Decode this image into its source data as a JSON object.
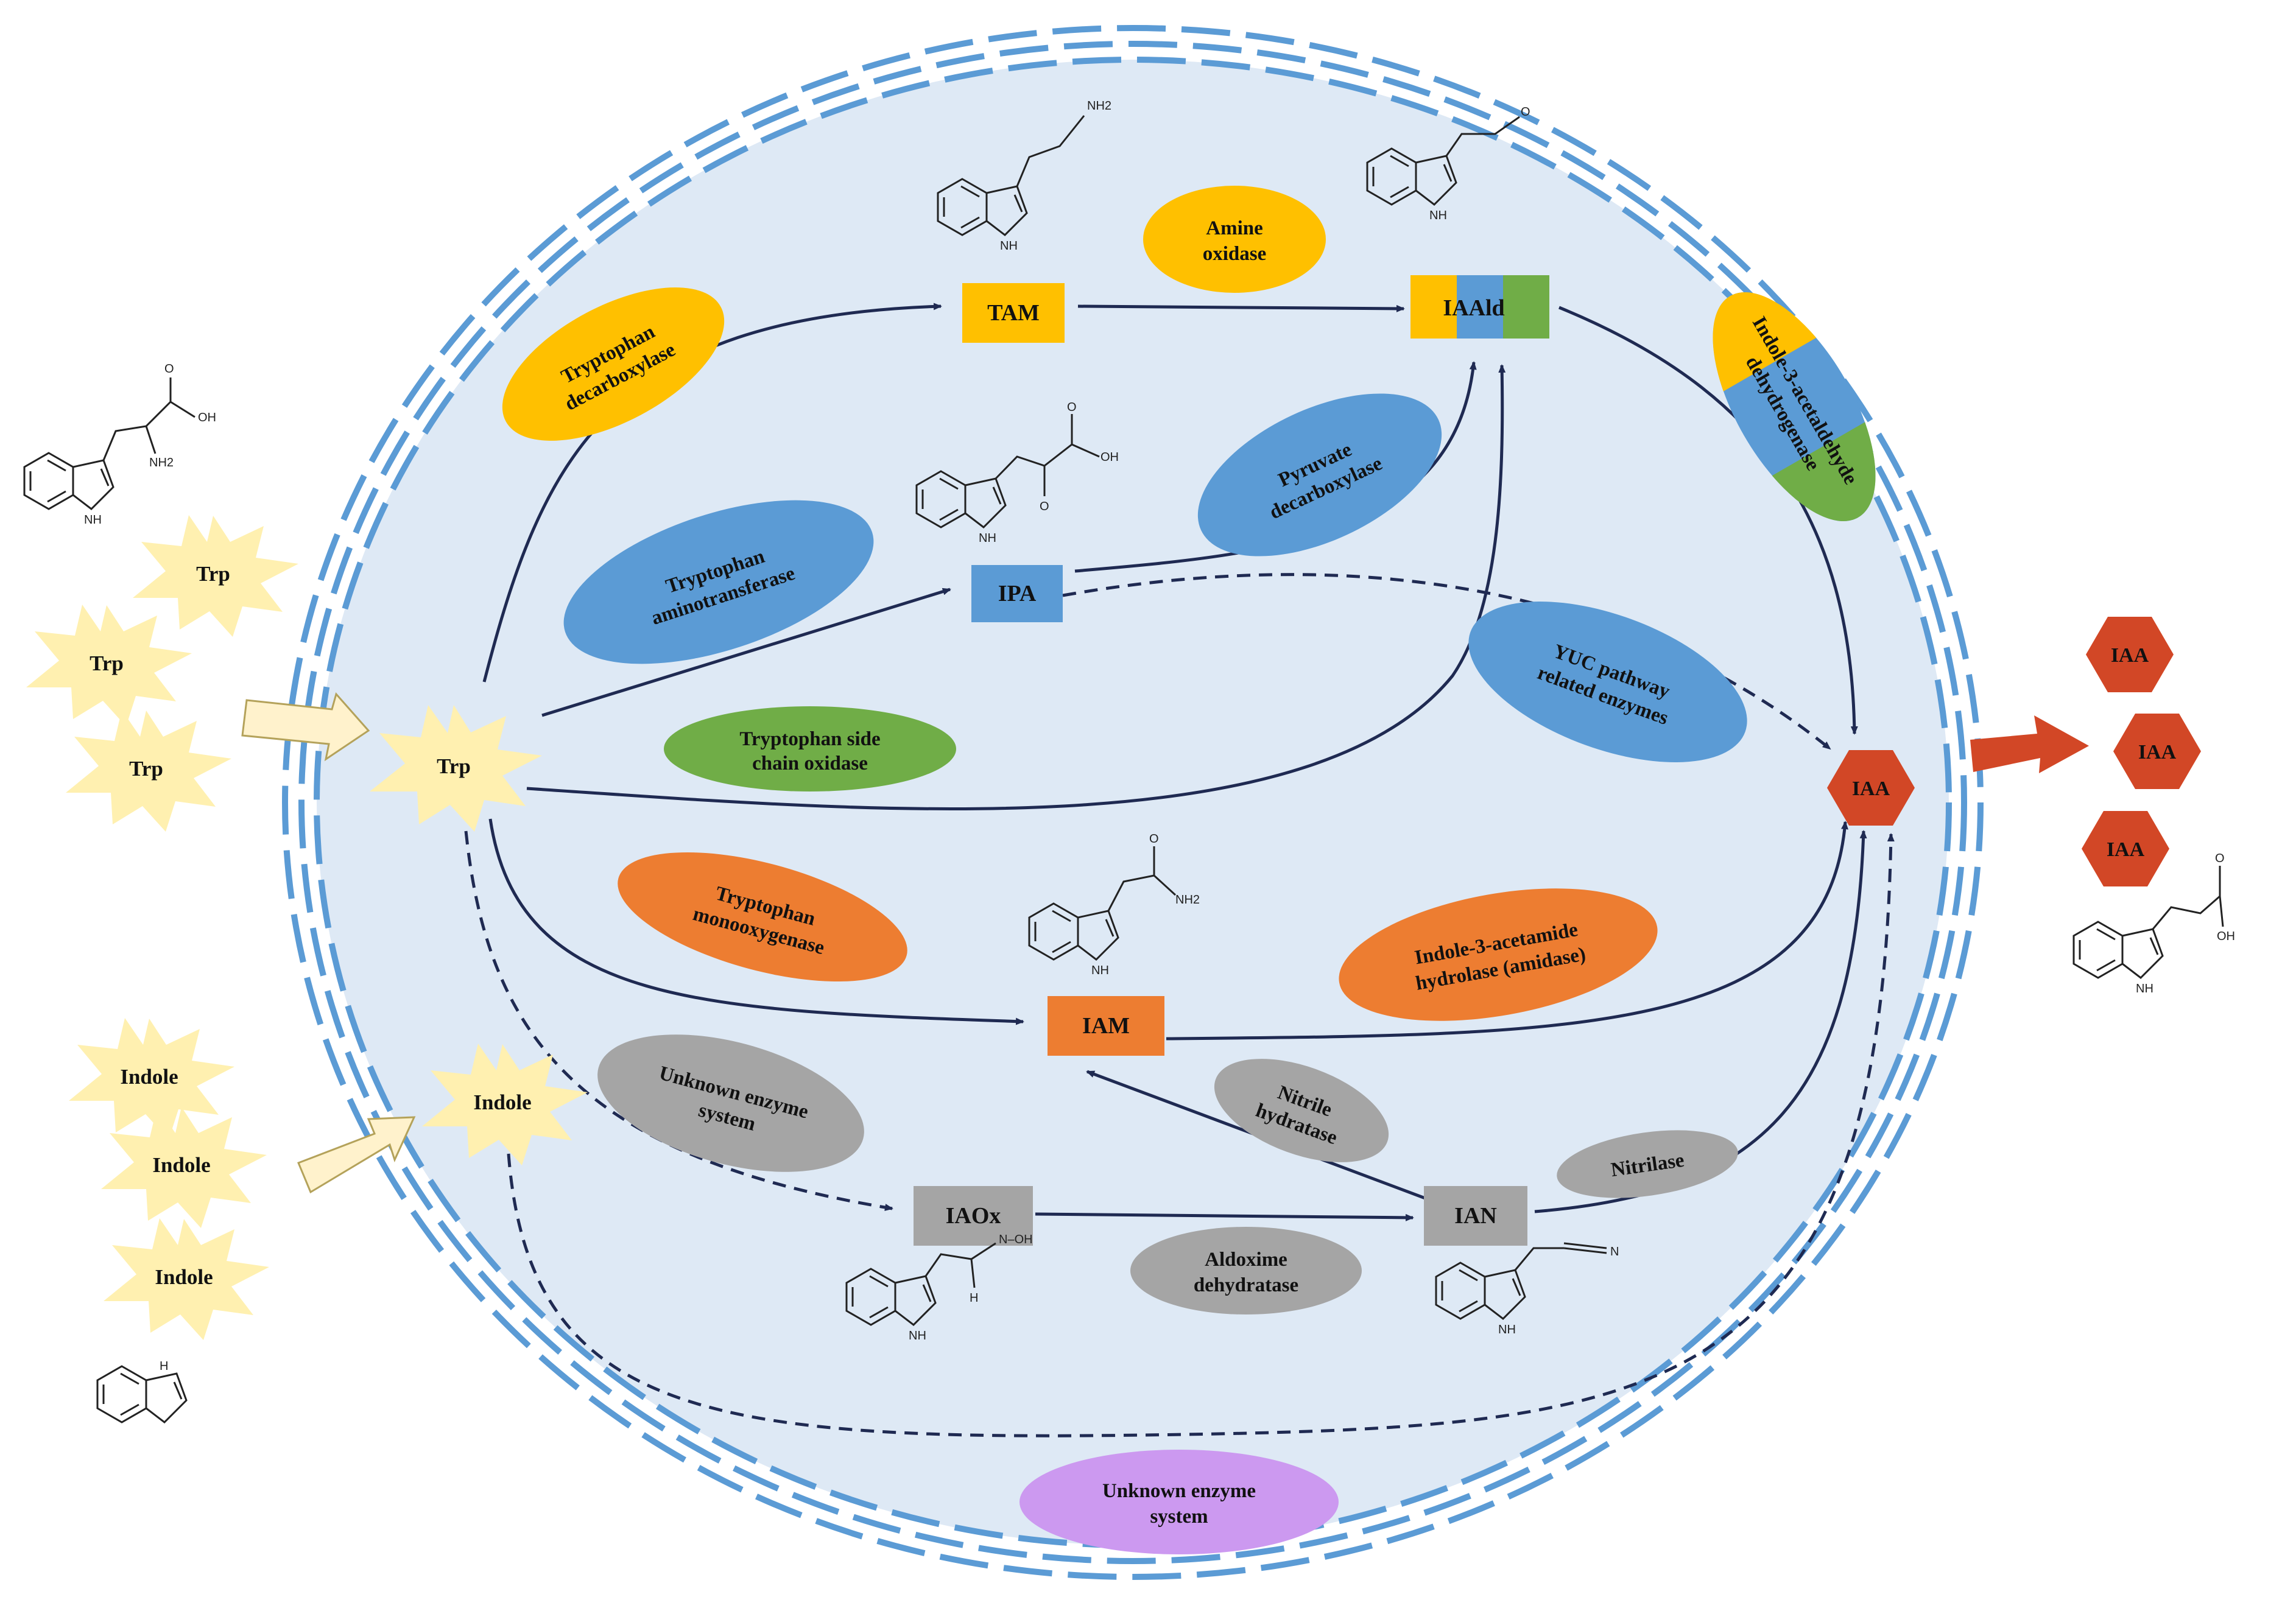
{
  "colors": {
    "cell_fill": "#dee9f5",
    "membrane": "#5b9bd5",
    "arrow": "#1f2a52",
    "yellow": "#ffc000",
    "blue": "#5b9bd5",
    "green": "#70ad47",
    "orange": "#ed7d31",
    "grey": "#a5a5a5",
    "purple": "#cc99f0",
    "burst": "#fff0b0",
    "hexagon": "#d24726",
    "input_arrow": "#fff2cc"
  },
  "metabolites": {
    "tam": "TAM",
    "iaald": "IAAld",
    "ipa": "IPA",
    "iam": "IAM",
    "iaox": "IAOx",
    "ian": "IAN",
    "iaa": "IAA"
  },
  "substrates": {
    "trp": "Trp",
    "indole": "Indole"
  },
  "enzymes": {
    "tryptophan_decarboxylase": [
      "Tryptophan",
      "decarboxylase"
    ],
    "amine_oxidase": [
      "Amine",
      "oxidase"
    ],
    "iaald_dehydrogenase": [
      "Indole-3-acetaldehyde",
      "dehydrogenase"
    ],
    "pyruvate_decarboxylase": [
      "Pyruvate",
      "decarboxylase"
    ],
    "tryptophan_aminotransferase": [
      "Tryptophan",
      "aminotransferase"
    ],
    "yuc_enzymes": [
      "YUC pathway",
      "related enzymes"
    ],
    "tryptophan_side_chain_oxidase": [
      "Tryptophan side",
      "chain oxidase"
    ],
    "tryptophan_monooxygenase": [
      "Tryptophan",
      "monooxygenase"
    ],
    "iam_hydrolase": [
      "Indole-3-acetamide",
      "hydrolase (amidase)"
    ],
    "unknown_system_1": [
      "Unknown enzyme",
      "system"
    ],
    "nitrile_hydratase": [
      "Nitrile",
      "hydratase"
    ],
    "nitrilase": [
      "Nitrilase"
    ],
    "aldoxime_dehydratase": [
      "Aldoxime",
      "dehydratase"
    ],
    "unknown_system_2": [
      "Unknown enzyme",
      "system"
    ]
  },
  "chem_labels": {
    "nh2": "NH2",
    "nh": "NH",
    "nh_h": "H",
    "oh": "OH",
    "o": "O",
    "n": "N",
    "h": "H",
    "n_oh": "N–OH"
  }
}
